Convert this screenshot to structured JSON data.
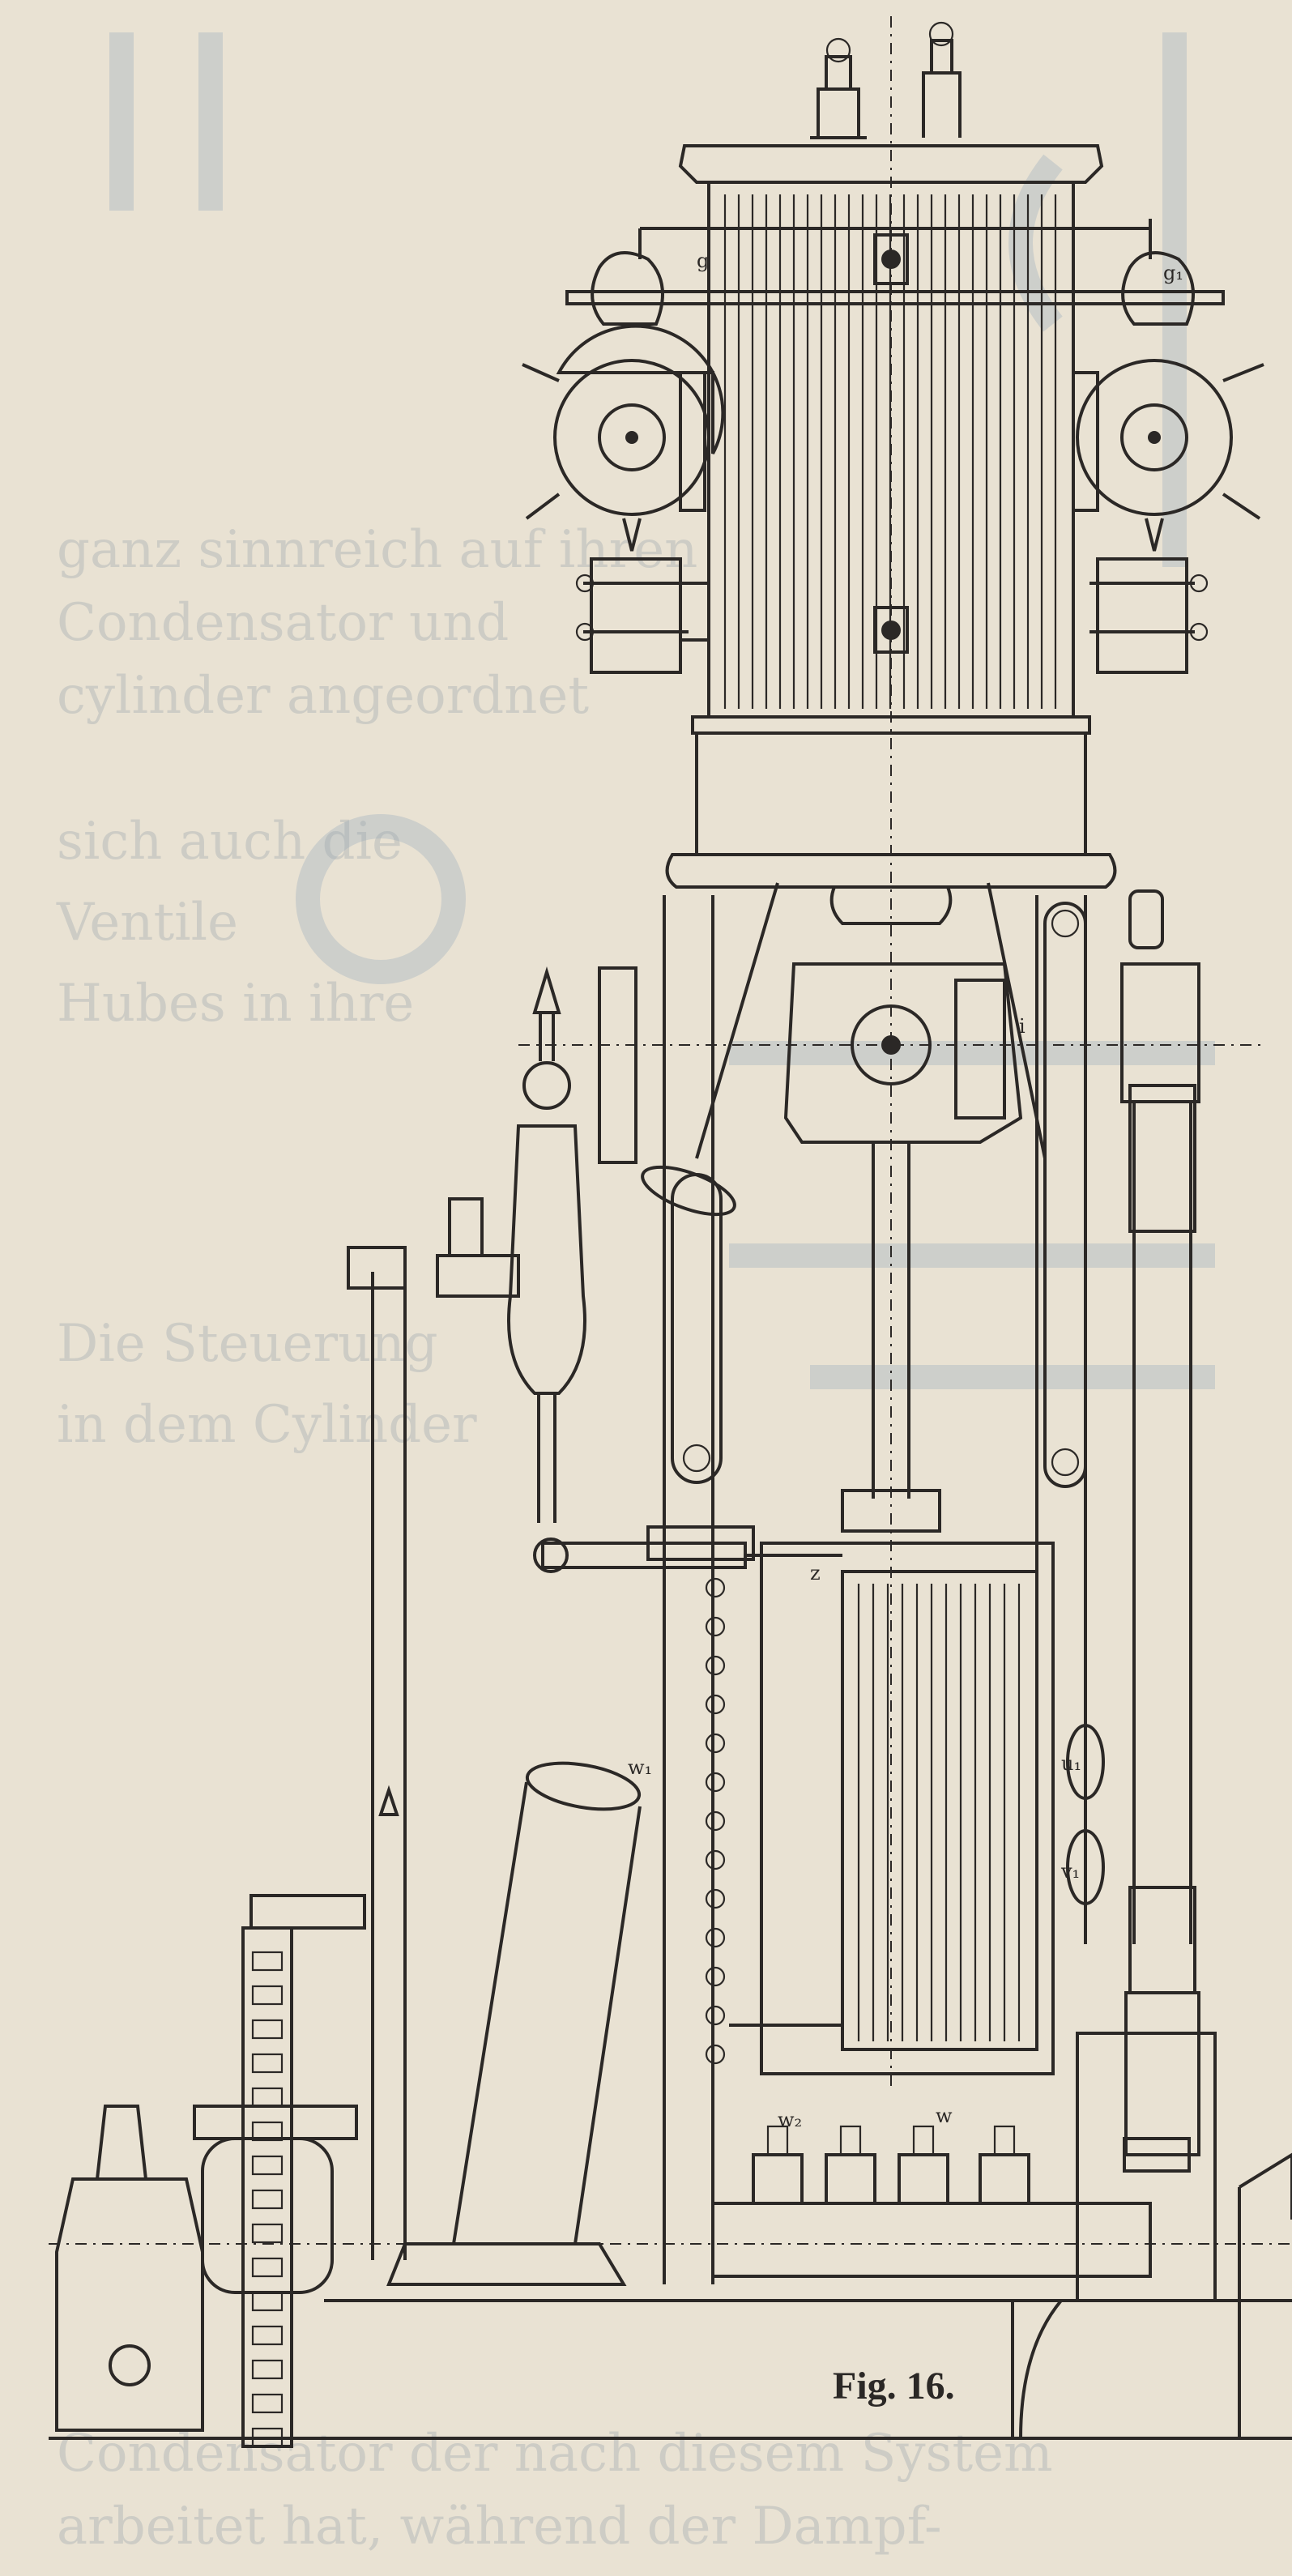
{
  "caption": "Fig. 16.",
  "figure_labels": {
    "g": "g",
    "g1": "g₁",
    "i": "i",
    "z": "z",
    "u1": "u₁",
    "v1": "v₁",
    "w": "w",
    "w1": "w₁",
    "w2": "w₂"
  },
  "show_through_text": [
    "ganz sinnreich auf ihren",
    "Condensator und",
    "cylinder angeordnet",
    "sich auch die",
    "Ventile",
    "Hubes in ihre",
    "Die Steuerung",
    "in dem Cylinder",
    "Condensator der nach diesem System",
    "arbeitet hat, während der Dampf-"
  ]
}
